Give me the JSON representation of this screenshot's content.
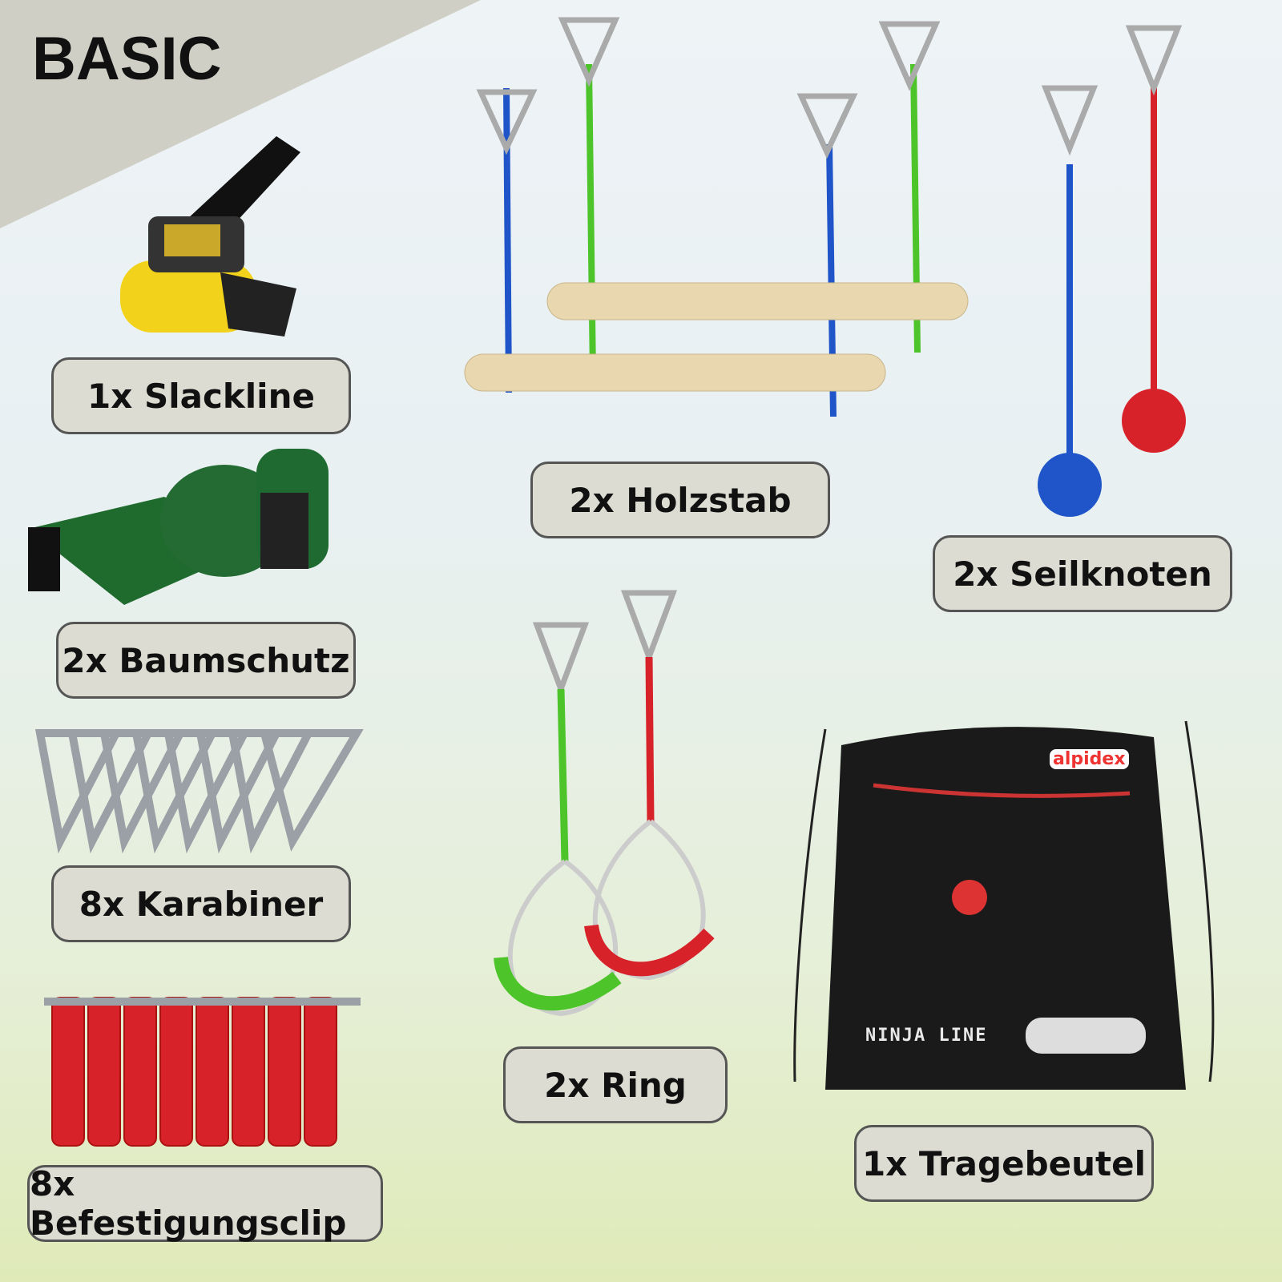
{
  "title": "BASIC",
  "items": [
    {
      "label": "1x Slackline"
    },
    {
      "label": "2x Baumschutz"
    },
    {
      "label": "8x Karabiner"
    },
    {
      "label": "8x Befestigungsclip"
    },
    {
      "label": "2x Holzstab"
    },
    {
      "label": "2x Seilknoten"
    },
    {
      "label": "2x Ring"
    },
    {
      "label": "1x Tragebeutel"
    }
  ],
  "bag": {
    "logo": "alpidex",
    "print": "NINJA LINE"
  },
  "colors": {
    "label_bg": "#dcdcd2",
    "slackline": "#f2d21a",
    "rope_blue": "#1f55c8",
    "rope_green": "#4cc42a",
    "rope_red": "#d8222a",
    "wood": "#e9d7b0",
    "clip": "#d8222a"
  }
}
